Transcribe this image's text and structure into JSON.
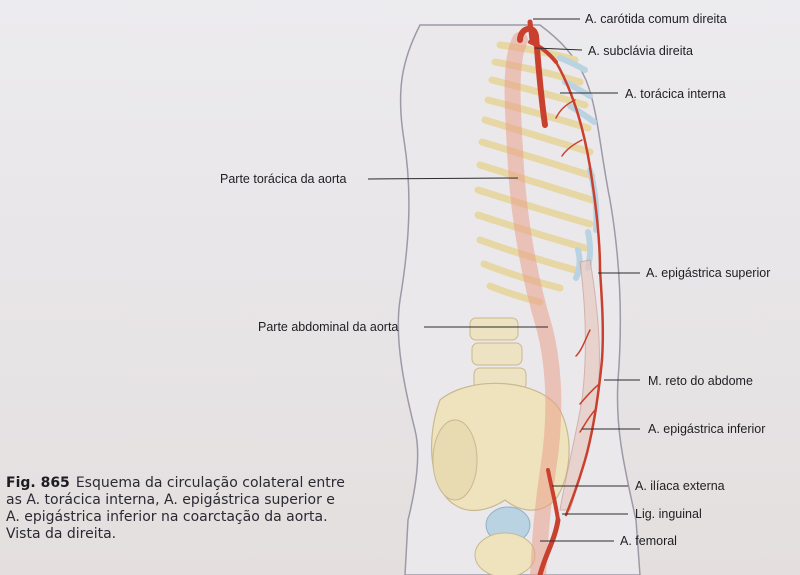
{
  "figure": {
    "number": "Fig. 865",
    "caption": "Esquema da circulação colateral entre as A. torácica interna, A. epigástrica superior e A. epigástrica inferior na coarctação da aorta. Vista da direita."
  },
  "labels": {
    "carotida": "A. carótida comum direita",
    "subclavia": "A. subclávia direita",
    "toracica_interna": "A. torácica interna",
    "aorta_toracica": "Parte torácica da aorta",
    "epigastrica_superior": "A. epigástrica superior",
    "aorta_abdominal": "Parte abdominal da aorta",
    "reto_abdome": "M. reto do abdome",
    "epigastrica_inferior": "A. epigástrica inferior",
    "iliaca_externa": "A. ilíaca externa",
    "lig_inguinal": "Lig. inguinal",
    "femoral": "A. femoral"
  },
  "colors": {
    "artery": "#c9412e",
    "aorta_faint": "#e9a08c",
    "bone": "#efe0b0",
    "cartilage": "#b9d3e2",
    "body_outline": "#9c9aa6",
    "leader_line": "#2b2b2b"
  }
}
